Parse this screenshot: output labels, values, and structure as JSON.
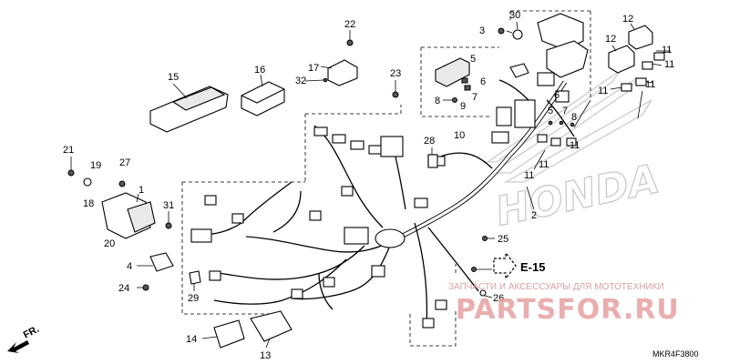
{
  "diagram_code": "MKR4F3800",
  "reference": "E-15",
  "watermark": {
    "tagline": "ЗАПЧАСТИ И АКСЕССУАРЫ ДЛЯ МОТОТЕХНИКИ",
    "brand": "PARTSFOR.RU"
  },
  "brand_mark": "HONDA",
  "direction": "FR.",
  "callouts": {
    "c1": "1",
    "c2": "2",
    "c3": "3",
    "c4": "4",
    "c5": "5",
    "c6": "6",
    "c6b": "6",
    "c7": "7",
    "c7b": "7",
    "c8": "8",
    "c8b": "8",
    "c9": "9",
    "c10": "10",
    "c11a": "11",
    "c11b": "11",
    "c11c": "11",
    "c11d": "11",
    "c11e": "11",
    "c11f": "11",
    "c11g": "11",
    "c12a": "12",
    "c12b": "12",
    "c13": "13",
    "c14": "14",
    "c15": "15",
    "c16": "16",
    "c17": "17",
    "c18": "18",
    "c19": "19",
    "c20": "20",
    "c21": "21",
    "c22": "22",
    "c23": "23",
    "c24": "24",
    "c25": "25",
    "c26": "26",
    "c27": "27",
    "c28": "28",
    "c29": "29",
    "c30": "30",
    "c31": "31",
    "c32": "32"
  },
  "colors": {
    "watermark": "#e7a0a0",
    "honda_outline": "#c9c9c9"
  }
}
